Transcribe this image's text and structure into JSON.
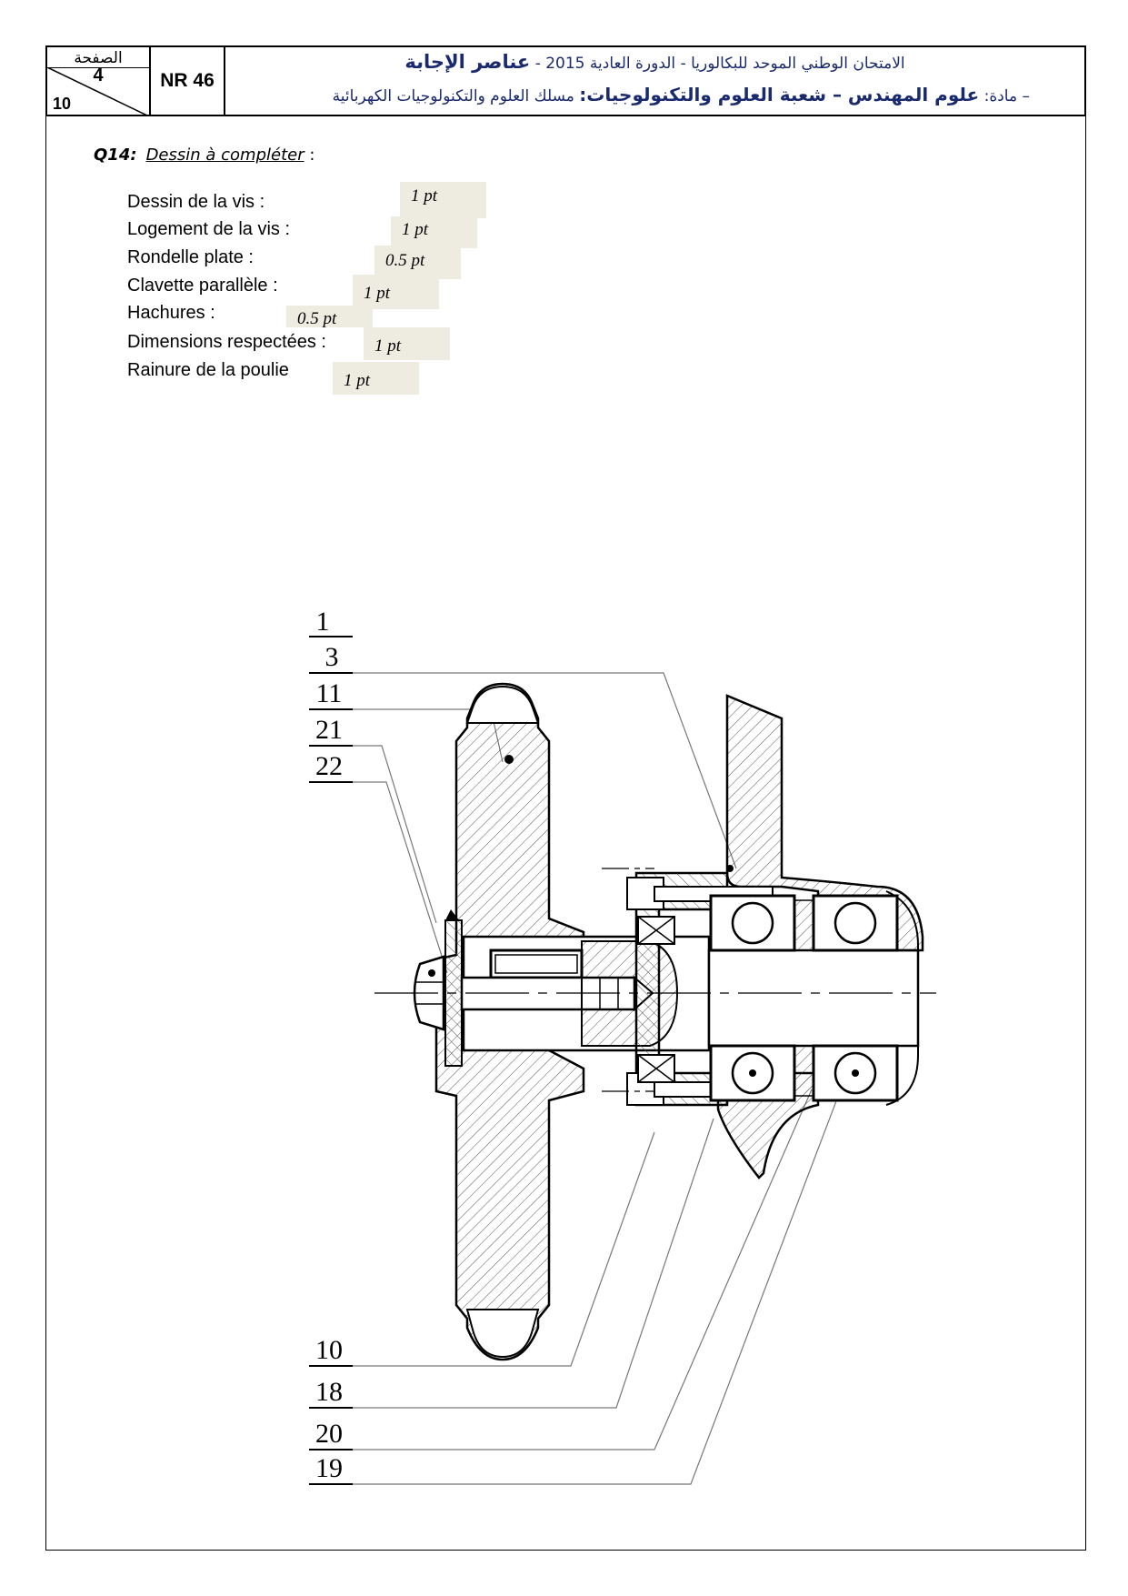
{
  "header": {
    "page_label": "الصفحة",
    "page_current": "4",
    "page_total": "10",
    "code": "NR 46",
    "line1_main": "الامتحان الوطني الموحد للبكالوريا -  الدورة العادية  2015 -",
    "line1_bold": "عناصر الإجابة",
    "line2_prefix": "– مادة:",
    "line2_subject": "علوم المهندس – شعبة العلوم والتكنولوجيات:",
    "line2_track": "مسلك العلوم والتكنولوجيات الكهربائية"
  },
  "question": {
    "number": "Q14:",
    "title": "Dessin à compléter",
    "colon": " :"
  },
  "criteria": [
    {
      "label": "Dessin de la vis :",
      "points": "1 pt"
    },
    {
      "label": "Logement de la vis :",
      "points": "1 pt"
    },
    {
      "label": "Rondelle plate :",
      "points": "0.5 pt"
    },
    {
      "label": "Clavette parallèle :",
      "points": "1 pt"
    },
    {
      "label": "Hachures :",
      "points": "0.5 pt"
    },
    {
      "label": "Dimensions respectées :",
      "points": "1 pt"
    },
    {
      "label": "Rainure de la poulie",
      "points": "1 pt"
    }
  ],
  "drawing": {
    "top_labels": [
      "1",
      "3",
      "11",
      "21",
      "22"
    ],
    "bottom_labels": [
      "10",
      "18",
      "20",
      "19"
    ]
  }
}
